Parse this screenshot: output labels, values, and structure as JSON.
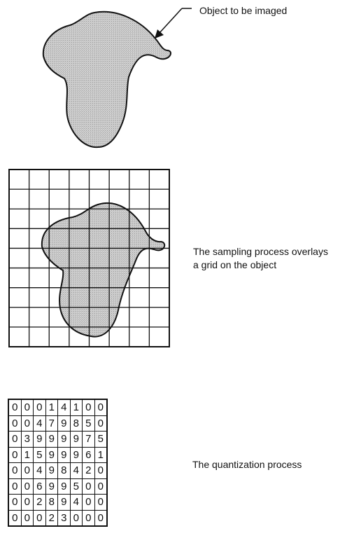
{
  "object_label": "Object to be imaged",
  "sampling_label": {
    "line1": "The sampling process overlays",
    "line2": "a grid on the object"
  },
  "quantization_label": "The quantization process",
  "quantization_grid": [
    [
      "0",
      "0",
      "0",
      "1",
      "4",
      "1",
      "0",
      "0"
    ],
    [
      "0",
      "0",
      "4",
      "7",
      "9",
      "8",
      "5",
      "0"
    ],
    [
      "0",
      "3",
      "9",
      "9",
      "9",
      "9",
      "7",
      "5"
    ],
    [
      "0",
      "1",
      "5",
      "9",
      "9",
      "9",
      "6",
      "1"
    ],
    [
      "0",
      "0",
      "4",
      "9",
      "8",
      "4",
      "2",
      "0"
    ],
    [
      "0",
      "0",
      "6",
      "9",
      "9",
      "5",
      "0",
      "0"
    ],
    [
      "0",
      "0",
      "2",
      "8",
      "9",
      "4",
      "0",
      "0"
    ],
    [
      "0",
      "0",
      "0",
      "2",
      "3",
      "0",
      "0",
      "0"
    ]
  ],
  "colors": {
    "ink": "#111111",
    "shape_fill": "#c8c8c8",
    "background": "#ffffff"
  }
}
